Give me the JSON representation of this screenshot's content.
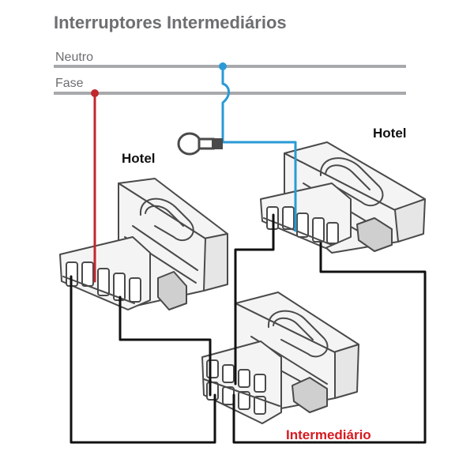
{
  "title": "Interruptores Intermediários",
  "buses": {
    "neutral_label": "Neutro",
    "phase_label": "Fase"
  },
  "devices": {
    "lamp_label": "Hotel",
    "hotel_right_label": "Hotel",
    "intermediate_label": "Intermediário"
  },
  "colors": {
    "phase": "#c1272d",
    "neutral": "#2a9ad6",
    "return": "#111111",
    "bus": "#a7a9ac",
    "text_red": "#d71920"
  }
}
